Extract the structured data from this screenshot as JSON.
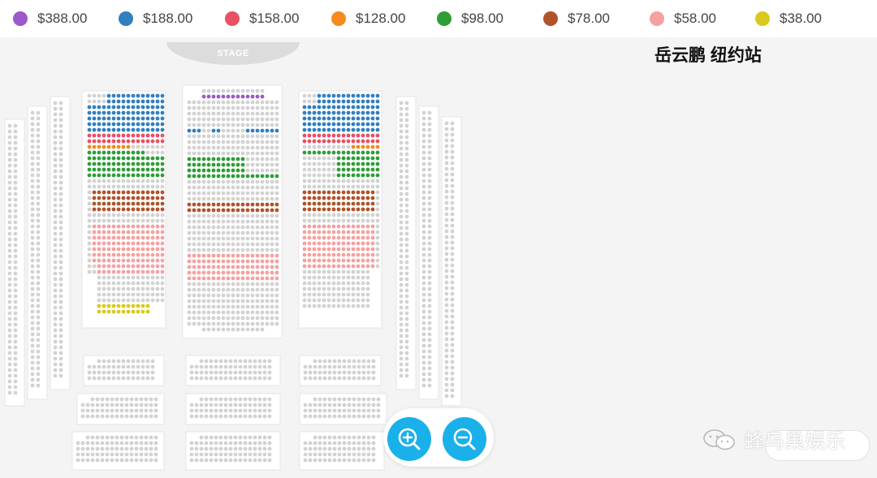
{
  "legend": [
    {
      "label": "$388.00",
      "color": "#9b59c9"
    },
    {
      "label": "$188.00",
      "color": "#2f7fc1"
    },
    {
      "label": "$158.00",
      "color": "#e85064"
    },
    {
      "label": "$128.00",
      "color": "#f58a1f"
    },
    {
      "label": "$98.00",
      "color": "#2e9e36"
    },
    {
      "label": "$78.00",
      "color": "#b0532a"
    },
    {
      "label": "$58.00",
      "color": "#f5a1a1"
    },
    {
      "label": "$38.00",
      "color": "#d9c91c"
    }
  ],
  "stage": {
    "label": "STAGE"
  },
  "venue": {
    "title": "岳云鹏 纽约站"
  },
  "seat_colors": {
    "unavailable": "#d2d2d2",
    "section_bg": "#ffffff",
    "section_border": "#e4e4e4"
  },
  "zoom": {
    "in_icon": "zoom-in-icon",
    "out_icon": "zoom-out-icon"
  },
  "watermark": {
    "text": "蜂鸟巢娱乐",
    "icon": "wechat-icon"
  }
}
